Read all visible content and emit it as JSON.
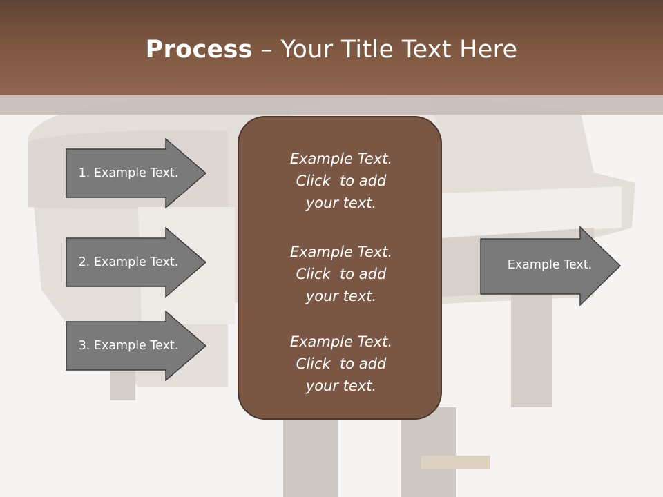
{
  "slide": {
    "title_bold": "Process",
    "title_rest": " – Your Title Text Here"
  },
  "left_arrows": [
    {
      "label": "1. Example Text."
    },
    {
      "label": "2. Example Text."
    },
    {
      "label": "3. Example Text."
    }
  ],
  "center_box": {
    "items": [
      {
        "line1": "Example Text.",
        "line2": "Click  to add",
        "line3": "your text."
      },
      {
        "line1": "Example Text.",
        "line2": "Click  to add",
        "line3": "your text."
      },
      {
        "line1": "Example Text.",
        "line2": "Click  to add",
        "line3": "your text."
      }
    ]
  },
  "right_arrow": {
    "label": "Example Text."
  },
  "colors": {
    "header": "#7c5640",
    "center_box": "#7a5644",
    "arrow_fill": "#7a7a7a",
    "arrow_border": "#3c3c3c"
  },
  "background_image": "grand-piano-photo"
}
